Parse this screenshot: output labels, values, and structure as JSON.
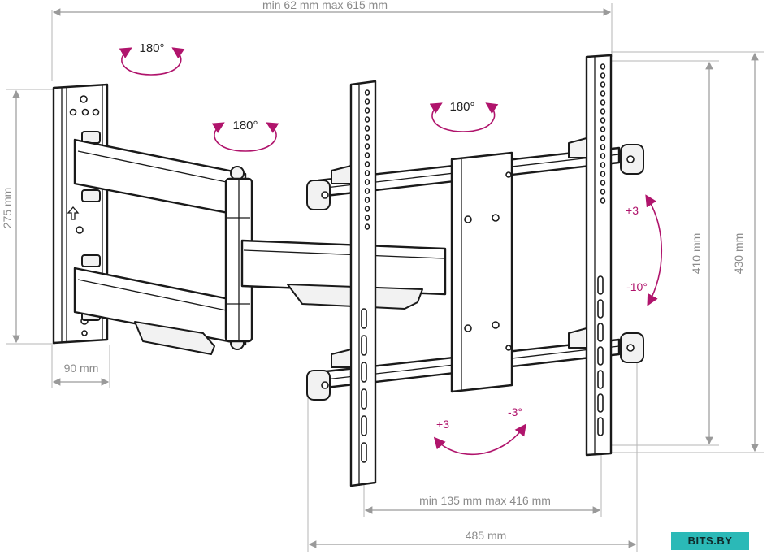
{
  "dimensions": {
    "arm_extension": "min 62 mm max 615 mm",
    "wall_plate_height": "275 mm",
    "wall_plate_width": "90 mm",
    "vesa_vertical_inner": "410 mm",
    "vesa_vertical_outer": "430 mm",
    "rail_spacing": "min 135 mm max 416 mm",
    "overall_width": "485 mm"
  },
  "rotations": {
    "wall_swivel": "180°",
    "arm_swivel": "180°",
    "head_swivel": "180°"
  },
  "tilt": {
    "up": "+3",
    "down": "-10°",
    "level_up": "+3",
    "level_down": "-3°"
  },
  "watermark": "BITS.BY",
  "colors": {
    "accent": "#b0146c",
    "dimension": "#8a8a8a",
    "outline": "#1a1a1a",
    "watermark_bg": "#2bb9b7"
  }
}
